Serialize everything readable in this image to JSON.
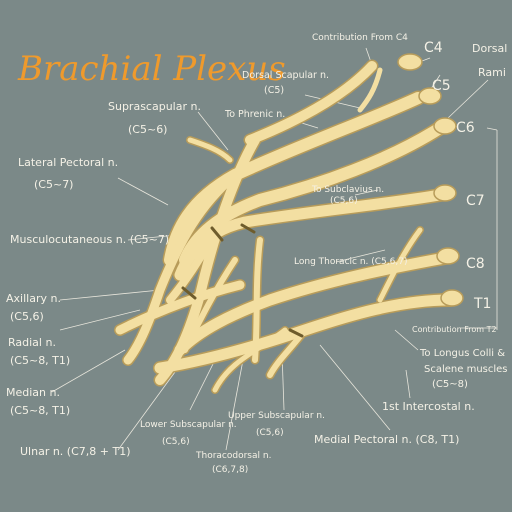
{
  "title": "Brachial Plexus",
  "colors": {
    "background": "#7b8988",
    "nerve_fill": "#f3dfa2",
    "nerve_edge": "#c9b06a",
    "nerve_shadow": "#8e7a45",
    "title": "#ef9a2c",
    "label": "#f4f1e6",
    "leader": "#e8e6dc"
  },
  "roots": {
    "c4": "C4",
    "c5": "C5",
    "c6": "C6",
    "c7": "C7",
    "c8": "C8",
    "t1": "T1"
  },
  "labels": {
    "contribution_c4": "Contribution From C4",
    "dorsal_rami_1": "Dorsal",
    "dorsal_rami_2": "Rami",
    "dorsal_scapular_1": "Dorsal Scapular n.",
    "dorsal_scapular_2": "(C5)",
    "suprascapular_1": "Suprascapular n.",
    "suprascapular_2": "(C5~6)",
    "to_phrenic": "To Phrenic n.",
    "lateral_pectoral_1": "Lateral Pectoral n.",
    "lateral_pectoral_2": "(C5~7)",
    "to_subclavius_1": "To Subclavius n.",
    "to_subclavius_2": "(C5,6)",
    "musculocutaneous": "Musculocutaneous n. (C5~7)",
    "long_thoracic": "Long Thoracic n. (C5,6,7)",
    "axillary_1": "Axillary n.",
    "axillary_2": "(C5,6)",
    "radial_1": "Radial n.",
    "radial_2": "(C5~8, T1)",
    "median_1": "Median n.",
    "median_2": "(C5~8, T1)",
    "ulnar": "Ulnar n. (C7,8 + T1)",
    "lower_subscapular_1": "Lower Subscapular n.",
    "lower_subscapular_2": "(C5,6)",
    "thoracodorsal_1": "Thoracodorsal n.",
    "thoracodorsal_2": "(C6,7,8)",
    "upper_subscapular_1": "Upper Subscapular n.",
    "upper_subscapular_2": "(C5,6)",
    "medial_pectoral": "Medial Pectoral n. (C8, T1)",
    "first_intercostal": "1st Intercostal n.",
    "contribution_t2": "Contribution From T2",
    "longus_1": "To Longus Colli &",
    "longus_2": "Scalene muscles",
    "longus_3": "(C5~8)"
  }
}
